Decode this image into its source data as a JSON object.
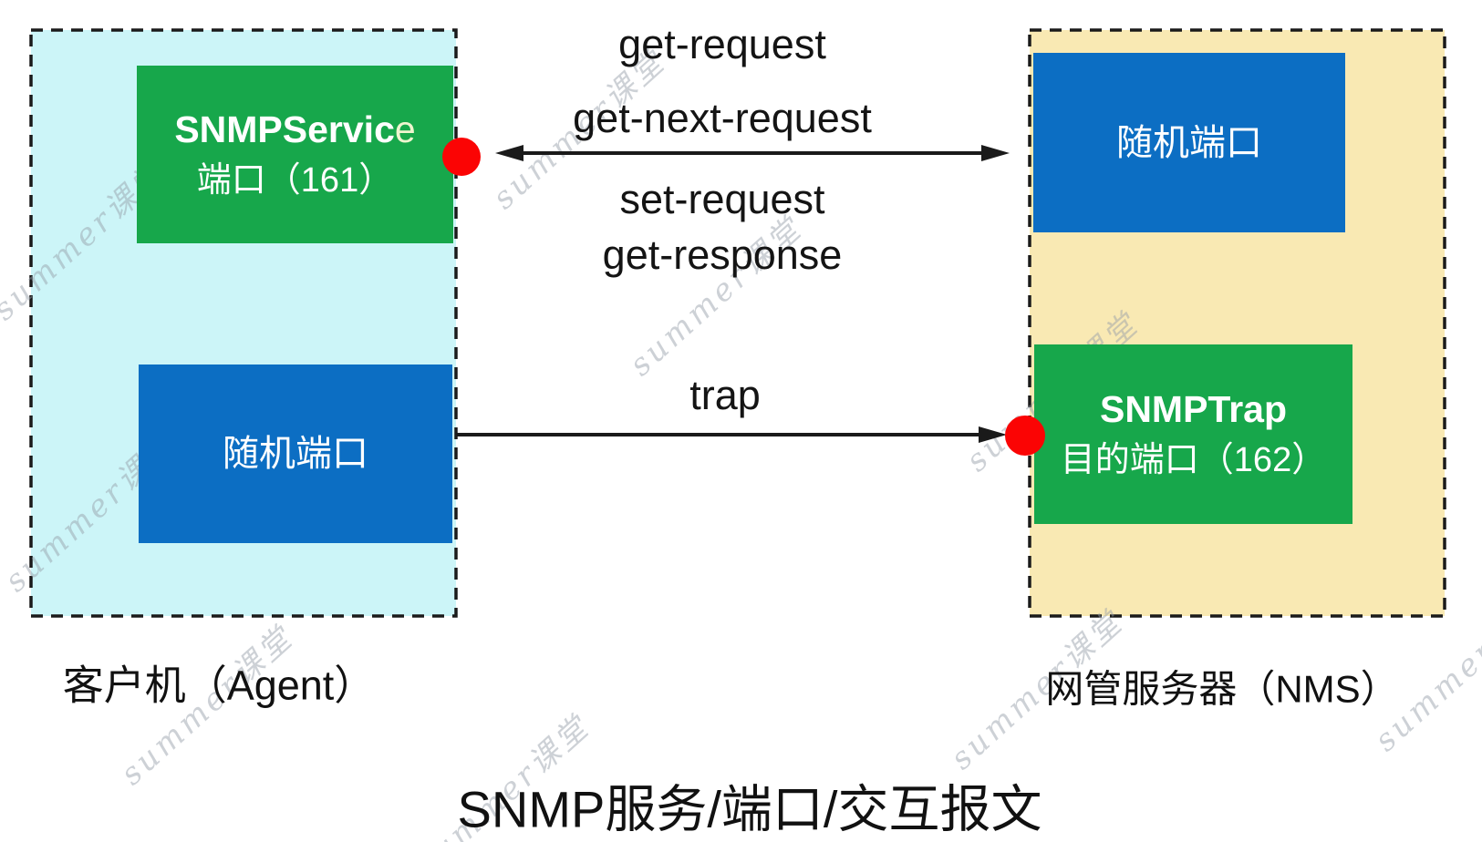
{
  "title": "SNMP服务/端口/交互报文",
  "watermark": {
    "text": "summer课堂"
  },
  "agent": {
    "caption": "客户机（Agent）",
    "snmp_service_box": {
      "name_bold": "SNMPServic",
      "name_tail": "e",
      "port_line": "端口（161）"
    },
    "random_port_box": {
      "label": "随机端口"
    }
  },
  "nms": {
    "caption": "网管服务器（NMS）",
    "random_port_box": {
      "label": "随机端口"
    },
    "snmp_trap_box": {
      "name": "SNMPTrap",
      "port_line": "目的端口（162）"
    }
  },
  "messages": {
    "bidirectional": [
      "get-request",
      "get-next-request",
      "set-request",
      "get-response"
    ],
    "trap_label": "trap"
  },
  "colors": {
    "agent_fill": "#ccf5f8",
    "nms_fill": "#f9e9b3",
    "service_green": "#17a74b",
    "port_blue": "#0c6ec3",
    "dot_red": "#fb0404",
    "line_black": "#1a1a1a"
  }
}
